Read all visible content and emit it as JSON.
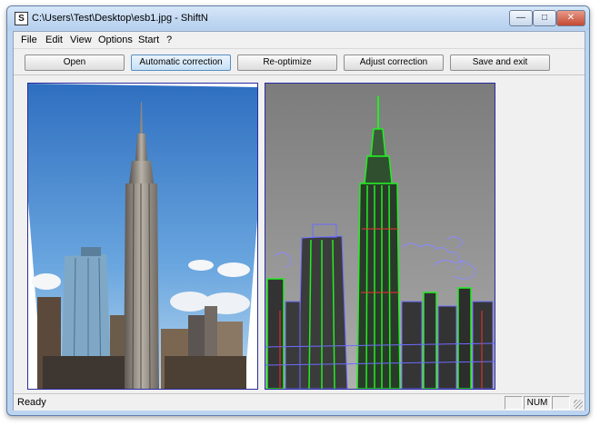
{
  "window": {
    "title": "C:\\Users\\Test\\Desktop\\esb1.jpg - ShiftN",
    "icon_letter": "S"
  },
  "menu": [
    "File",
    "Edit",
    "View",
    "Options",
    "Start",
    "?"
  ],
  "toolbar": {
    "open": "Open",
    "automatic_correction": "Automatic correction",
    "reoptimize": "Re-optimize",
    "adjust_correction": "Adjust correction",
    "save_and_exit": "Save and exit"
  },
  "status": {
    "text": "Ready",
    "num": "NUM"
  },
  "icons": {
    "minimize": "minimize-icon",
    "maximize": "maximize-icon",
    "close": "close-icon"
  },
  "colors": {
    "edge_green": "#22ee22",
    "edge_blue": "#6c6cff",
    "panel_border": "#2a2aa0"
  }
}
